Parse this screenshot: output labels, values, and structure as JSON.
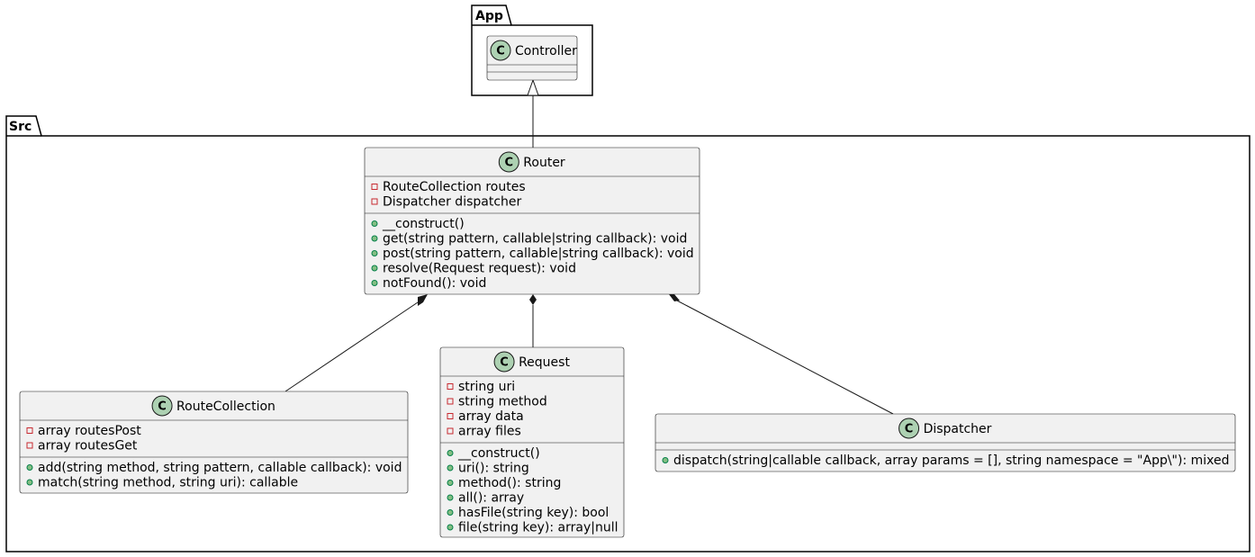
{
  "colors": {
    "class_fill": "#f1f1f1",
    "class_border": "#181818",
    "spot_fill": "#add1b2",
    "private_marker": "#c82930",
    "public_marker": "#84be84"
  },
  "packages": {
    "app": {
      "title": "App"
    },
    "src": {
      "title": "Src"
    }
  },
  "classes": {
    "controller": {
      "stereotype_letter": "C",
      "name": "Controller",
      "fields": [],
      "methods": []
    },
    "router": {
      "stereotype_letter": "C",
      "name": "Router",
      "fields": [
        {
          "visibility": "private",
          "text": "RouteCollection routes"
        },
        {
          "visibility": "private",
          "text": "Dispatcher dispatcher"
        }
      ],
      "methods": [
        {
          "visibility": "public",
          "text": "__construct()"
        },
        {
          "visibility": "public",
          "text": "get(string pattern, callable|string callback): void"
        },
        {
          "visibility": "public",
          "text": "post(string pattern, callable|string callback): void"
        },
        {
          "visibility": "public",
          "text": "resolve(Request request): void"
        },
        {
          "visibility": "public",
          "text": "notFound(): void"
        }
      ]
    },
    "routecollection": {
      "stereotype_letter": "C",
      "name": "RouteCollection",
      "fields": [
        {
          "visibility": "private",
          "text": "array routesPost"
        },
        {
          "visibility": "private",
          "text": "array routesGet"
        }
      ],
      "methods": [
        {
          "visibility": "public",
          "text": "add(string method, string pattern, callable callback): void"
        },
        {
          "visibility": "public",
          "text": "match(string method, string uri): callable"
        }
      ]
    },
    "request": {
      "stereotype_letter": "C",
      "name": "Request",
      "fields": [
        {
          "visibility": "private",
          "text": "string uri"
        },
        {
          "visibility": "private",
          "text": "string method"
        },
        {
          "visibility": "private",
          "text": "array data"
        },
        {
          "visibility": "private",
          "text": "array files"
        }
      ],
      "methods": [
        {
          "visibility": "public",
          "text": "__construct()"
        },
        {
          "visibility": "public",
          "text": "uri(): string"
        },
        {
          "visibility": "public",
          "text": "method(): string"
        },
        {
          "visibility": "public",
          "text": "all(): array"
        },
        {
          "visibility": "public",
          "text": "hasFile(string key): bool"
        },
        {
          "visibility": "public",
          "text": "file(string key): array|null"
        }
      ]
    },
    "dispatcher": {
      "stereotype_letter": "C",
      "name": "Dispatcher",
      "fields": [],
      "methods": [
        {
          "visibility": "public",
          "text": "dispatch(string|callable callback, array params = [], string namespace = \"App\\\"): mixed"
        }
      ]
    }
  },
  "relations": [
    {
      "type": "inheritance",
      "from": "router",
      "to": "controller"
    },
    {
      "type": "composition",
      "from": "router",
      "to": "routecollection"
    },
    {
      "type": "composition",
      "from": "router",
      "to": "request"
    },
    {
      "type": "composition",
      "from": "router",
      "to": "dispatcher"
    }
  ]
}
